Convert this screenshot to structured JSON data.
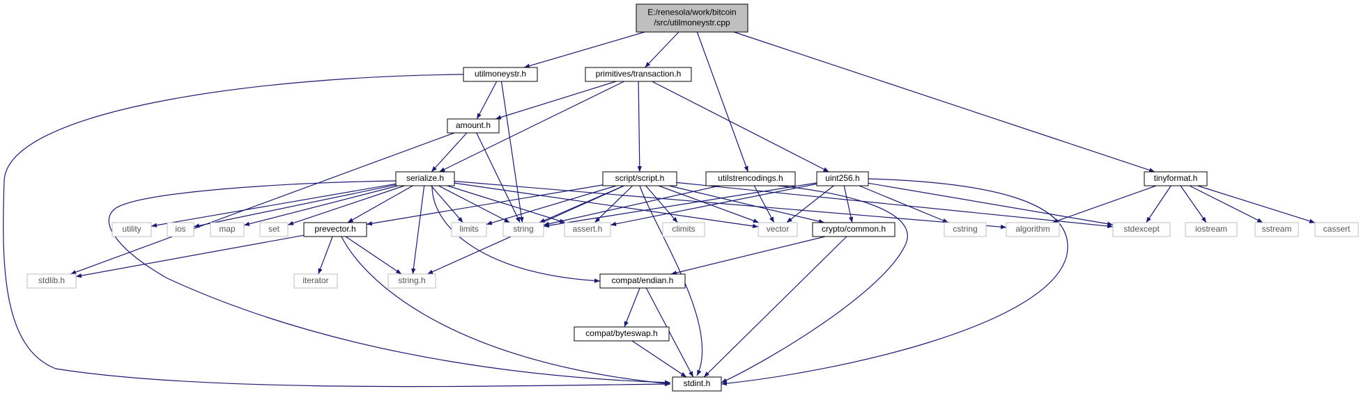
{
  "colors": {
    "root_fill": "#bfbfbf",
    "internal_border": "#000000",
    "external_border": "#bfbfbf",
    "internal_text": "#000000",
    "external_text": "#555555",
    "edge": "#191970"
  },
  "graph": {
    "nodes": [
      {
        "id": "root",
        "lines": [
          "E:/renesola/work/bitcoin",
          "/src/utilmoneystr.cpp"
        ],
        "kind": "root"
      },
      {
        "id": "utilmoneystr_h",
        "lines": [
          "utilmoneystr.h"
        ],
        "kind": "internal"
      },
      {
        "id": "transaction_h",
        "lines": [
          "primitives/transaction.h"
        ],
        "kind": "internal"
      },
      {
        "id": "amount_h",
        "lines": [
          "amount.h"
        ],
        "kind": "internal"
      },
      {
        "id": "serialize_h",
        "lines": [
          "serialize.h"
        ],
        "kind": "internal"
      },
      {
        "id": "script_h",
        "lines": [
          "script/script.h"
        ],
        "kind": "internal"
      },
      {
        "id": "utilstrencodings_h",
        "lines": [
          "utilstrencodings.h"
        ],
        "kind": "internal"
      },
      {
        "id": "uint256_h",
        "lines": [
          "uint256.h"
        ],
        "kind": "internal"
      },
      {
        "id": "tinyformat_h",
        "lines": [
          "tinyformat.h"
        ],
        "kind": "internal"
      },
      {
        "id": "utility",
        "lines": [
          "utility"
        ],
        "kind": "external"
      },
      {
        "id": "ios",
        "lines": [
          "ios"
        ],
        "kind": "external"
      },
      {
        "id": "map",
        "lines": [
          "map"
        ],
        "kind": "external"
      },
      {
        "id": "set",
        "lines": [
          "set"
        ],
        "kind": "external"
      },
      {
        "id": "prevector_h",
        "lines": [
          "prevector.h"
        ],
        "kind": "internal"
      },
      {
        "id": "limits",
        "lines": [
          "limits"
        ],
        "kind": "external"
      },
      {
        "id": "string",
        "lines": [
          "string"
        ],
        "kind": "external"
      },
      {
        "id": "assert_h",
        "lines": [
          "assert.h"
        ],
        "kind": "external"
      },
      {
        "id": "climits",
        "lines": [
          "climits"
        ],
        "kind": "external"
      },
      {
        "id": "vector",
        "lines": [
          "vector"
        ],
        "kind": "external"
      },
      {
        "id": "crypto_common_h",
        "lines": [
          "crypto/common.h"
        ],
        "kind": "internal"
      },
      {
        "id": "cstring",
        "lines": [
          "cstring"
        ],
        "kind": "external"
      },
      {
        "id": "algorithm",
        "lines": [
          "algorithm"
        ],
        "kind": "external"
      },
      {
        "id": "stdexcept",
        "lines": [
          "stdexcept"
        ],
        "kind": "external"
      },
      {
        "id": "iostream",
        "lines": [
          "iostream"
        ],
        "kind": "external"
      },
      {
        "id": "sstream",
        "lines": [
          "sstream"
        ],
        "kind": "external"
      },
      {
        "id": "cassert",
        "lines": [
          "cassert"
        ],
        "kind": "external"
      },
      {
        "id": "stdlib_h",
        "lines": [
          "stdlib.h"
        ],
        "kind": "external"
      },
      {
        "id": "iterator",
        "lines": [
          "iterator"
        ],
        "kind": "external"
      },
      {
        "id": "string_h",
        "lines": [
          "string.h"
        ],
        "kind": "external"
      },
      {
        "id": "endian_h",
        "lines": [
          "compat/endian.h"
        ],
        "kind": "internal"
      },
      {
        "id": "byteswap_h",
        "lines": [
          "compat/byteswap.h"
        ],
        "kind": "internal"
      },
      {
        "id": "stdint_h",
        "lines": [
          "stdint.h"
        ],
        "kind": "internal"
      }
    ],
    "edges": [
      [
        "root",
        "utilmoneystr_h"
      ],
      [
        "root",
        "transaction_h"
      ],
      [
        "root",
        "utilstrencodings_h"
      ],
      [
        "root",
        "tinyformat_h"
      ],
      [
        "utilmoneystr_h",
        "amount_h"
      ],
      [
        "utilmoneystr_h",
        "string"
      ],
      [
        "utilmoneystr_h",
        "stdint_h"
      ],
      [
        "transaction_h",
        "amount_h"
      ],
      [
        "transaction_h",
        "serialize_h"
      ],
      [
        "transaction_h",
        "script_h"
      ],
      [
        "transaction_h",
        "uint256_h"
      ],
      [
        "amount_h",
        "serialize_h"
      ],
      [
        "amount_h",
        "stdlib_h"
      ],
      [
        "amount_h",
        "string"
      ],
      [
        "serialize_h",
        "utility"
      ],
      [
        "serialize_h",
        "ios"
      ],
      [
        "serialize_h",
        "map"
      ],
      [
        "serialize_h",
        "set"
      ],
      [
        "serialize_h",
        "prevector_h"
      ],
      [
        "serialize_h",
        "limits"
      ],
      [
        "serialize_h",
        "string"
      ],
      [
        "serialize_h",
        "assert_h"
      ],
      [
        "serialize_h",
        "vector"
      ],
      [
        "serialize_h",
        "algorithm"
      ],
      [
        "serialize_h",
        "string_h"
      ],
      [
        "serialize_h",
        "endian_h"
      ],
      [
        "serialize_h",
        "stdint_h"
      ],
      [
        "script_h",
        "prevector_h"
      ],
      [
        "script_h",
        "limits"
      ],
      [
        "script_h",
        "string"
      ],
      [
        "script_h",
        "assert_h"
      ],
      [
        "script_h",
        "climits"
      ],
      [
        "script_h",
        "vector"
      ],
      [
        "script_h",
        "crypto_common_h"
      ],
      [
        "script_h",
        "stdexcept"
      ],
      [
        "script_h",
        "string_h"
      ],
      [
        "script_h",
        "stdint_h"
      ],
      [
        "utilstrencodings_h",
        "string"
      ],
      [
        "utilstrencodings_h",
        "vector"
      ],
      [
        "utilstrencodings_h",
        "stdint_h"
      ],
      [
        "uint256_h",
        "assert_h"
      ],
      [
        "uint256_h",
        "cstring"
      ],
      [
        "uint256_h",
        "stdexcept"
      ],
      [
        "uint256_h",
        "string"
      ],
      [
        "uint256_h",
        "vector"
      ],
      [
        "uint256_h",
        "crypto_common_h"
      ],
      [
        "uint256_h",
        "stdint_h"
      ],
      [
        "tinyformat_h",
        "algorithm"
      ],
      [
        "tinyformat_h",
        "cassert"
      ],
      [
        "tinyformat_h",
        "iostream"
      ],
      [
        "tinyformat_h",
        "sstream"
      ],
      [
        "tinyformat_h",
        "stdexcept"
      ],
      [
        "prevector_h",
        "stdlib_h"
      ],
      [
        "prevector_h",
        "stdint_h"
      ],
      [
        "prevector_h",
        "string_h"
      ],
      [
        "prevector_h",
        "iterator"
      ],
      [
        "crypto_common_h",
        "stdint_h"
      ],
      [
        "crypto_common_h",
        "endian_h"
      ],
      [
        "endian_h",
        "stdint_h"
      ],
      [
        "endian_h",
        "byteswap_h"
      ],
      [
        "byteswap_h",
        "stdint_h"
      ]
    ]
  }
}
